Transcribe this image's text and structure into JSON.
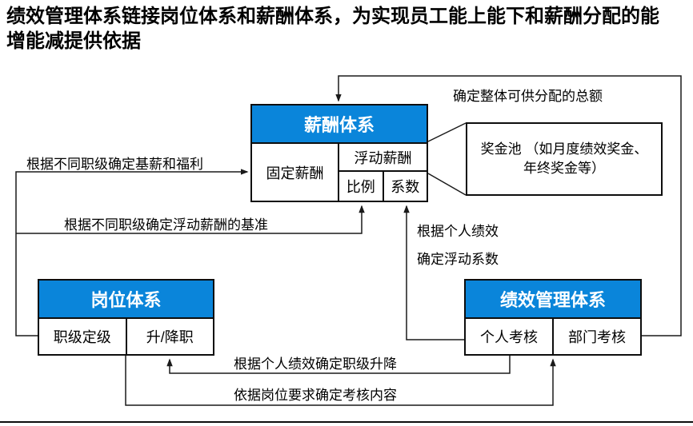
{
  "title": "绩效管理体系链接岗位体系和薪酬体系，为实现员工能上能下和薪酬分配的能增能减提供依据",
  "colors": {
    "header_blue": "#0A85DA",
    "line_color": "#1A1A1A",
    "text_color": "#000000"
  },
  "boxes": {
    "pay": {
      "title": "薪酬体系",
      "fixed": "固定薪酬",
      "floating": "浮动薪酬",
      "ratio": "比例",
      "coefficient": "系数"
    },
    "bonus_pool": {
      "text": "奖金池 （如月度绩效奖金、年终奖金等）"
    },
    "position": {
      "title": "岗位体系",
      "grade": "职级定级",
      "promotion": "升/降职"
    },
    "performance": {
      "title": "绩效管理体系",
      "individual": "个人考核",
      "department": "部门考核"
    }
  },
  "labels": {
    "total_pool": "确定整体可供分配的总额",
    "base_salary": "根据不同职级确定基薪和福利",
    "floating_base": "根据不同职级确定浮动薪酬的基准",
    "personal_perf_line1": "根据个人绩效",
    "personal_perf_line2": "确定浮动系数",
    "grade_change": "根据个人绩效确定职级升降",
    "assessment_content": "依据岗位要求确定考核内容"
  }
}
